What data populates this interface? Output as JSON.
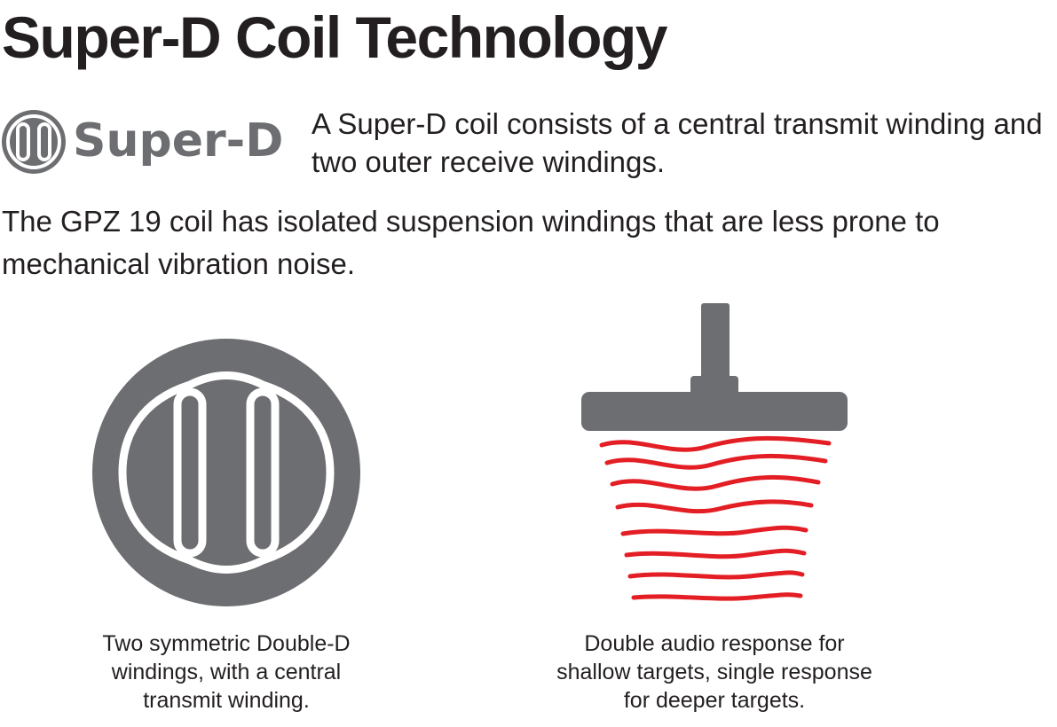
{
  "title": "Super-D Coil Technology",
  "logo": {
    "wordmark": "Super-D"
  },
  "intro": "A Super-D coil consists of a central transmit winding and two outer receive windings.",
  "body": "The GPZ 19 coil has isolated suspension windings that are less prone to mechanical vibration noise.",
  "figures": {
    "coil": {
      "caption_lines": [
        "Two symmetric Double-D",
        "windings, with a central",
        "transmit winding."
      ]
    },
    "response": {
      "caption_lines": [
        "Double audio response for",
        "shallow targets, single response",
        "for deeper targets."
      ]
    }
  },
  "colors": {
    "text": "#231f20",
    "coil_gray": "#6d6e71",
    "wave_red": "#e31e24",
    "background": "#ffffff"
  }
}
